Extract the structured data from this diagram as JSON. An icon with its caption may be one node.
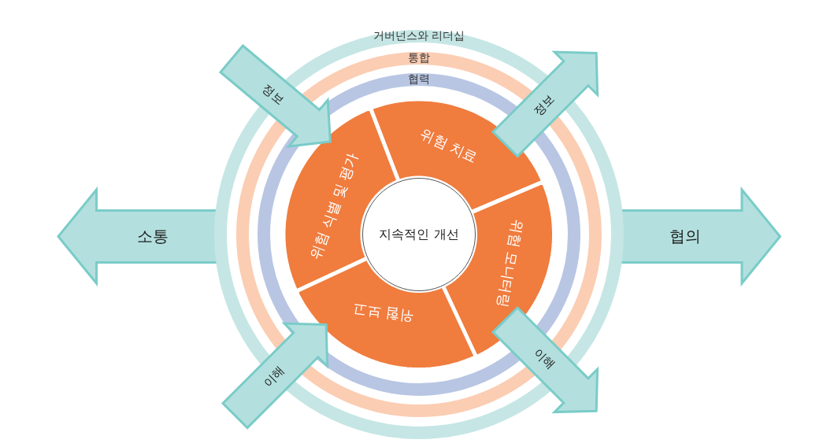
{
  "diagram": {
    "nodes": [
      {
        "text": [
          "거버넌스와 리더십"
        ]
      },
      {
        "text": [
          "통합"
        ]
      },
      {
        "text": [
          "협력"
        ]
      },
      {
        "text": [
          "정보"
        ]
      },
      {
        "text": [
          "정보"
        ]
      },
      {
        "text": [
          "위험 치료"
        ]
      },
      {
        "text": [
          "위험 식별 및 평가"
        ]
      },
      {
        "text": [
          "소통"
        ]
      },
      {
        "text": [
          "지속적인 개선"
        ]
      },
      {
        "text": [
          "협의"
        ]
      },
      {
        "text": [
          "위험 모니터링"
        ]
      },
      {
        "text": [
          "위험 보고"
        ]
      },
      {
        "text": [
          "이해"
        ]
      },
      {
        "text": [
          "이해"
        ]
      }
    ]
  }
}
